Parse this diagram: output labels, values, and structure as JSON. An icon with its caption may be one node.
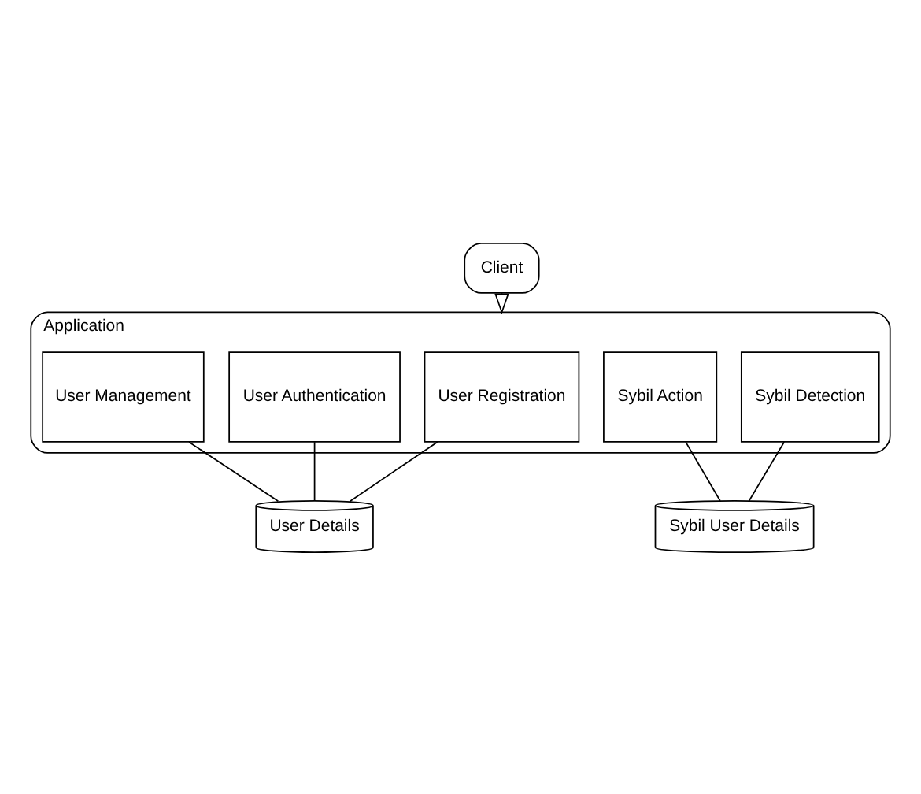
{
  "diagram": {
    "nodes": [
      {
        "text": [
          "Client"
        ]
      },
      {
        "text": [
          "Application"
        ]
      },
      {
        "text": [
          "User Registration"
        ],
        "in": 1
      },
      {
        "text": [
          "User Authentication"
        ],
        "in": 1
      },
      {
        "text": [
          "User Management"
        ],
        "in": 1
      },
      {
        "text": [
          "Sybil Action"
        ],
        "in": 1
      },
      {
        "text": [
          "Sybil Detection"
        ],
        "in": 1
      },
      {
        "text": [
          "User Details"
        ]
      },
      {
        "text": [
          "Sybil User Details"
        ]
      }
    ],
    "edges": [
      {
        "from": 0,
        "to": 1,
        "arrow": "to"
      },
      {
        "from": 2,
        "to": 7,
        "arrow": "none"
      },
      {
        "from": 3,
        "to": 7,
        "arrow": "none"
      },
      {
        "from": 4,
        "to": 7,
        "arrow": "none"
      },
      {
        "from": 5,
        "to": 8,
        "arrow": "none"
      },
      {
        "from": 6,
        "to": 8,
        "arrow": "none"
      }
    ]
  }
}
